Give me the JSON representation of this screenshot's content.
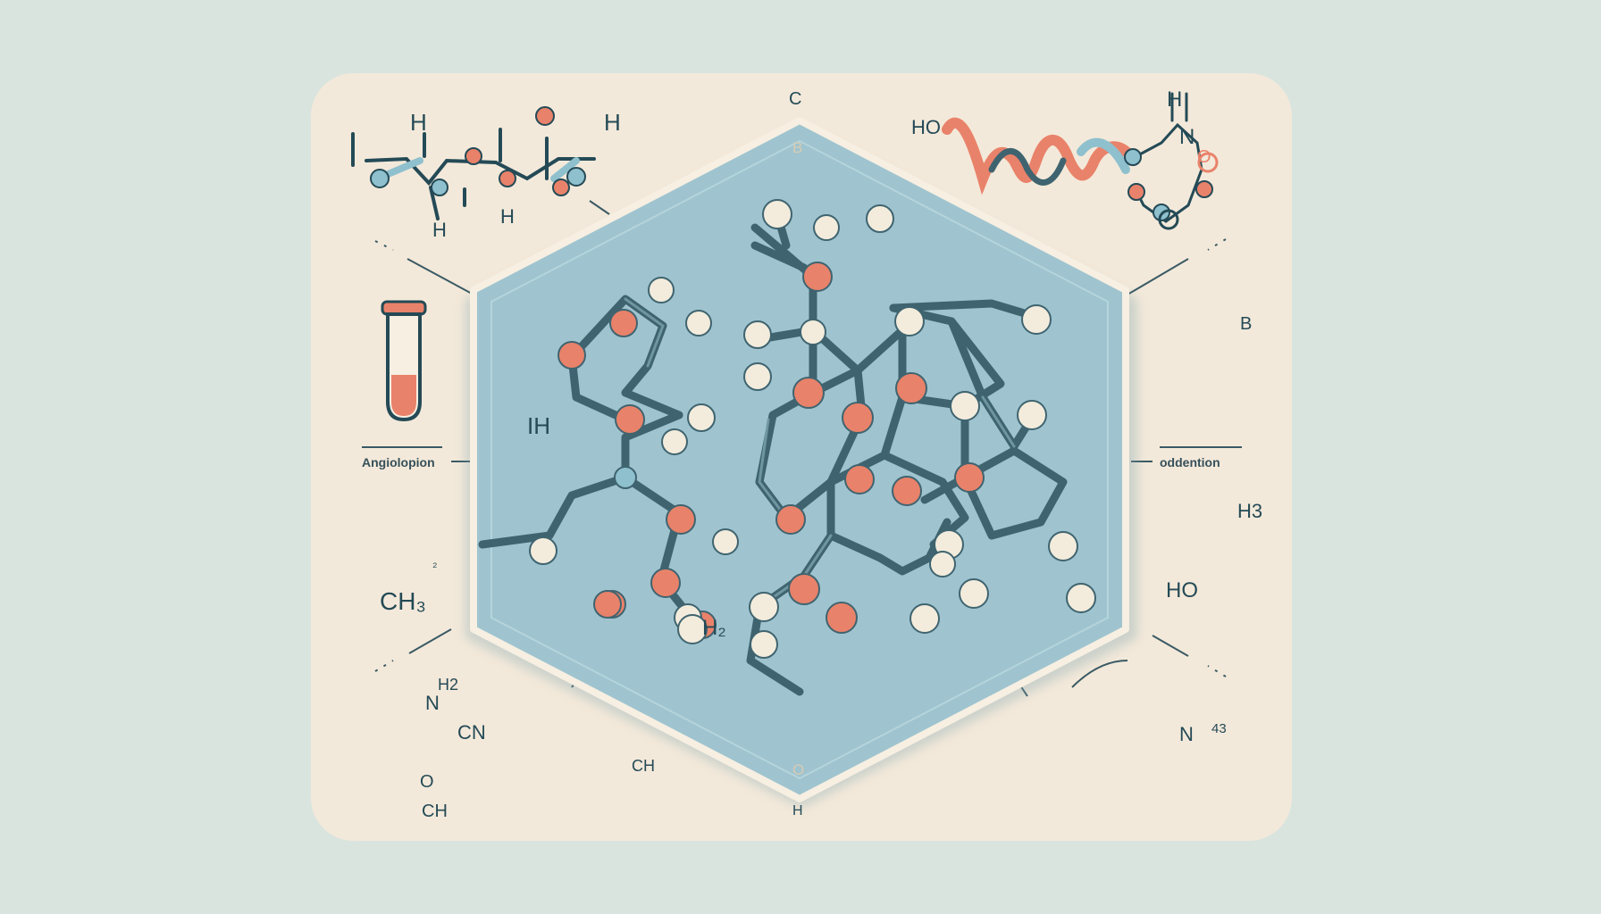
{
  "diagram": {
    "colors": {
      "background": "#d9e4df",
      "panel": "#f3e9da",
      "hexagon_fill": "#9fc4cf",
      "hexagon_border": "#f6efe2",
      "atom_white": "#f3ecdc",
      "atom_orange": "#e9826a",
      "atom_blue": "#8fc0cd",
      "bond": "#3f6470",
      "accent_orange": "#e9826a"
    },
    "hexagon_labels": {
      "top": "C",
      "top_inner": "B",
      "bottom_inner": "O",
      "bottom": "H",
      "center_left": "IH",
      "center_h2": "H₂"
    },
    "top_left": {
      "labels": [
        "I",
        "H",
        "H",
        "H",
        "H"
      ]
    },
    "top_right": {
      "ho": "HO",
      "h": "H",
      "n": "N",
      "o": "O"
    },
    "left_middle": {
      "icon": "test-tube-icon",
      "caption": "Angiolopion"
    },
    "right_middle": {
      "icon": "thermometer-icon",
      "b": "B",
      "caption": "oddention"
    },
    "left_lower": {
      "ch3": "CH₃",
      "sub": "₂"
    },
    "right_lower": {
      "h3": "H3",
      "ho": "HO"
    },
    "bottom_left": {
      "nh2": "N",
      "nh2_sup": "H2",
      "cn": "CN",
      "ch_right": "CH",
      "o": "O",
      "ch_bottom": "CH"
    },
    "bottom_right": {
      "n": "N",
      "sub": "43"
    }
  }
}
